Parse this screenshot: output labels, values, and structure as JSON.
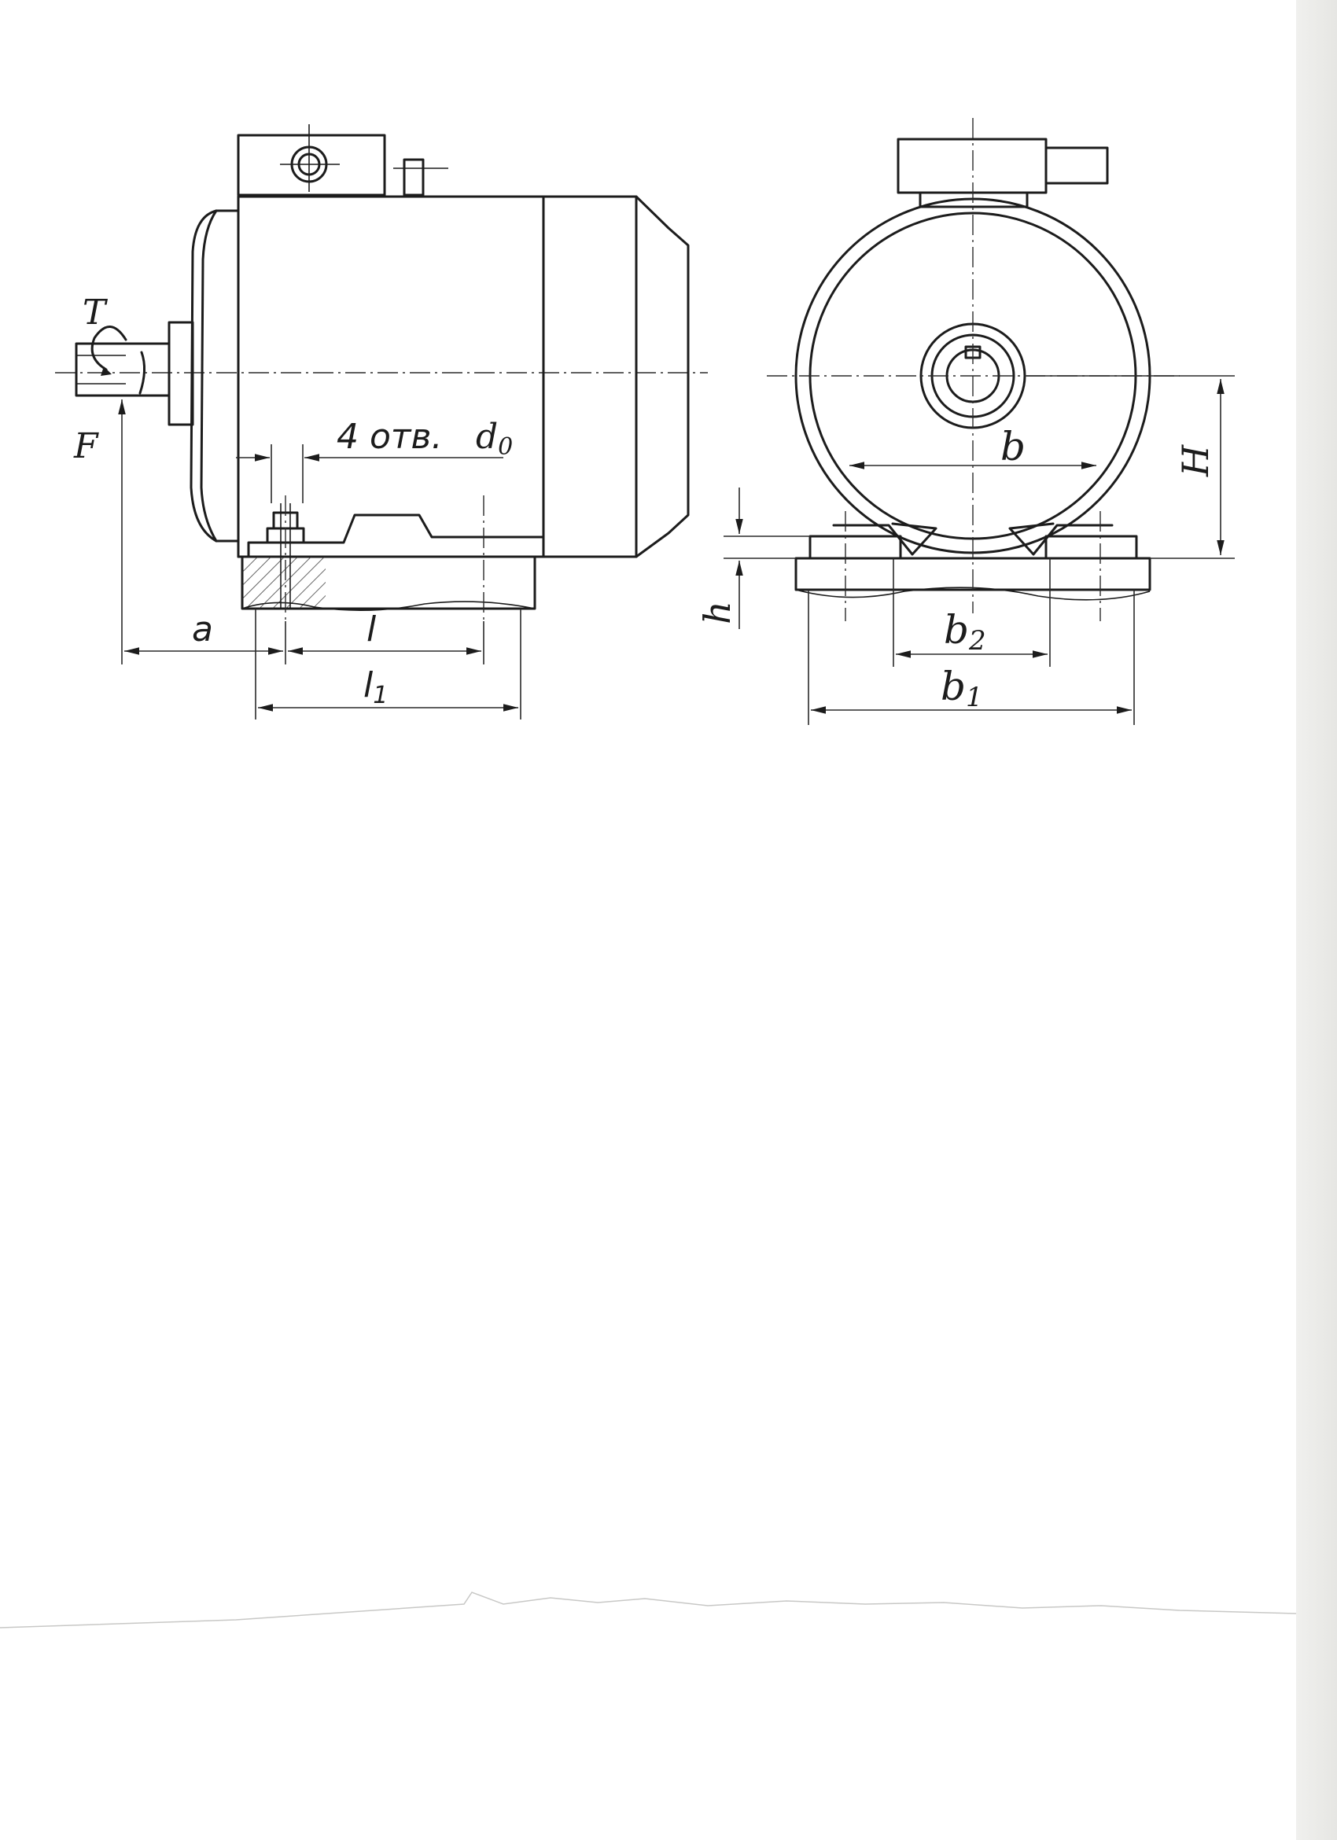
{
  "labels": {
    "torque": "T",
    "force": "F",
    "holes": "4 отв.",
    "hole_diameter_symbol": "d",
    "hole_diameter_index": "0",
    "dim_a": "a",
    "dim_l": "l",
    "dim_l1_symbol": "l",
    "dim_l1_index": "1",
    "dim_b": "b",
    "dim_b2_symbol": "b",
    "dim_b2_index": "2",
    "dim_b1_symbol": "b",
    "dim_b1_index": "1",
    "dim_H": "H",
    "dim_h": "h"
  }
}
